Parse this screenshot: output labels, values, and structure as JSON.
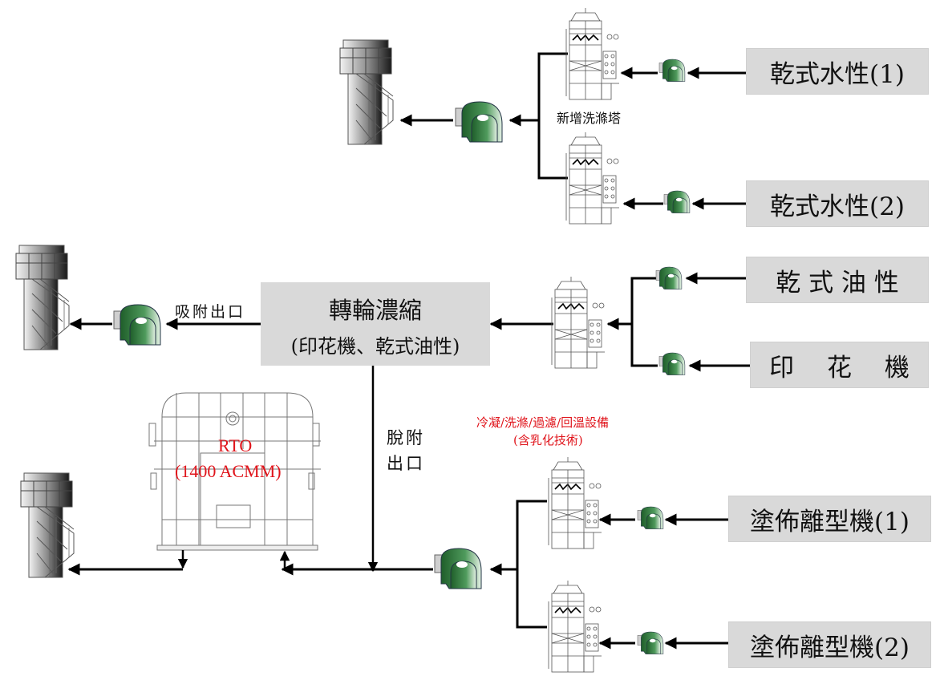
{
  "diagram": {
    "title": "VOC exhaust treatment process flow",
    "colors": {
      "box_fill": "#d9d9d9",
      "fan_green": "#2f7a3a",
      "arrow": "#000000",
      "annotation_red": "#e0141b"
    },
    "sources": [
      {
        "id": "dry-water-1",
        "label": "乾式水性(1)"
      },
      {
        "id": "dry-water-2",
        "label": "乾式水性(2)"
      },
      {
        "id": "dry-oil",
        "label": "乾 式 油 性"
      },
      {
        "id": "printing",
        "label": "印　 花 　機"
      },
      {
        "id": "coating-1",
        "label": "塗佈離型機(1)"
      },
      {
        "id": "coating-2",
        "label": "塗佈離型機(2)"
      }
    ],
    "labels": {
      "new_scrubber": "新增洗滌塔",
      "adsorption_outlet": "吸附出口",
      "desorption_outlet_line1": "脫附",
      "desorption_outlet_line2": "出口",
      "pretreatment_line1": "冷凝/洗滌/過濾/回溫設備",
      "pretreatment_line2": "(含乳化技術)",
      "rto_line1": "RTO",
      "rto_line2": "(1400 ACMM)"
    },
    "rotor": {
      "title": "轉輪濃縮",
      "subtitle": "(印花機、乾式油性)"
    },
    "icons": {
      "stack": "exhaust-stack-icon",
      "fan": "centrifugal-fan-icon",
      "scrubber": "scrubber-tower-icon",
      "rto": "rto-unit-icon"
    }
  }
}
